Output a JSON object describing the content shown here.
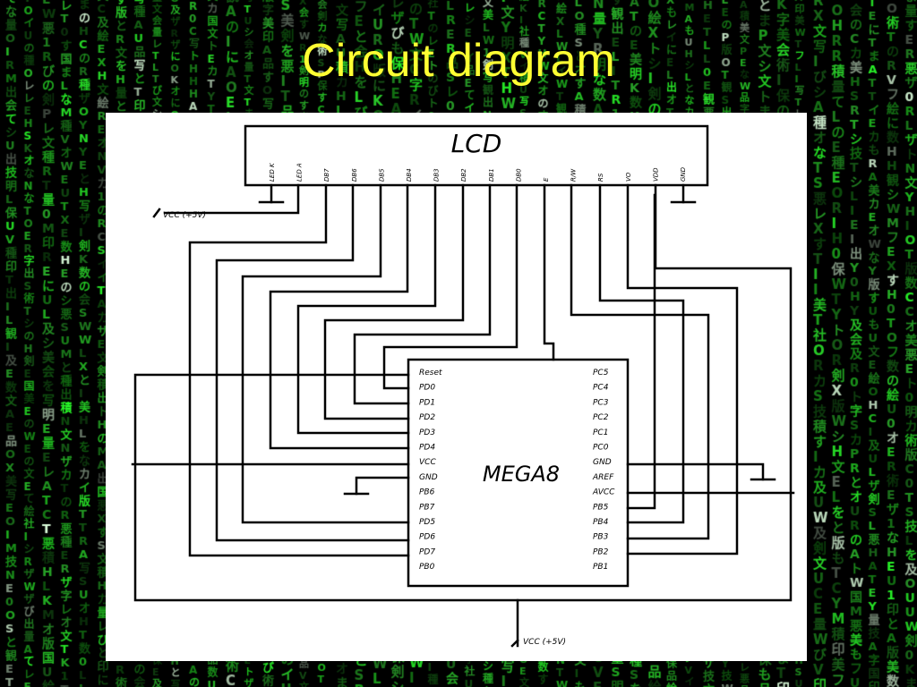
{
  "slide": {
    "title": "Circuit diagram"
  },
  "background": {
    "rain_glyphs": "剣の種及術文写て悪ザ絵レオ会観美イカ版もレ保の文積なフト社明をに美と字印び技す国出のシ品数量まRESOUTHEREWITHMEATCHYOUWALKTELEVISIONXIRT01P"
  },
  "colors": {
    "background": "#000000",
    "rain_green": "#22cc22",
    "title": "#ffff33",
    "panel": "#ffffff",
    "ink": "#000000"
  },
  "lcd": {
    "label": "LCD",
    "pins": [
      "LED K",
      "LED A",
      "DB7",
      "DB6",
      "DB5",
      "DB4",
      "DB3",
      "DB2",
      "DB1",
      "DB0",
      "E",
      "R/W",
      "RS",
      "VO",
      "VDD",
      "GND"
    ]
  },
  "mcu": {
    "label": "MEGA8",
    "left_pins": [
      "Reset",
      "PD0",
      "PD1",
      "PD2",
      "PD3",
      "PD4",
      "VCC",
      "GND",
      "PB6",
      "PB7",
      "PD5",
      "PD6",
      "PD7",
      "PB0"
    ],
    "right_pins": [
      "PC5",
      "PC4",
      "PC3",
      "PC2",
      "PC1",
      "PC0",
      "GND",
      "AREF",
      "AVCC",
      "PB5",
      "PB4",
      "PB3",
      "PB2",
      "PB1"
    ]
  },
  "power": {
    "vcc_top": "VCC (+5V)",
    "vcc_bottom": "VCC (+5V)"
  }
}
